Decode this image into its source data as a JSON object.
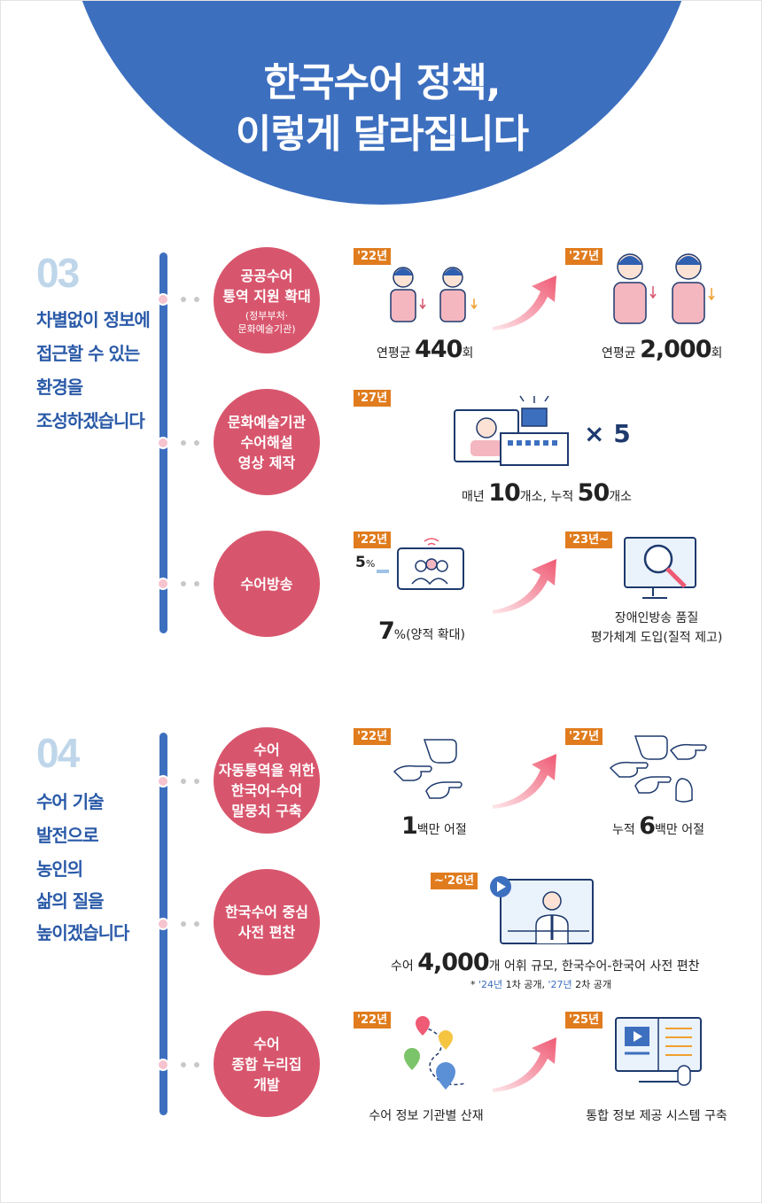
{
  "header": {
    "title_line1": "한국수어 정책,",
    "title_line2": "이렇게 달라집니다"
  },
  "sec03": {
    "num": "03",
    "lines": [
      "차별없이 정보에",
      "접근할 수 있는",
      "환경을",
      "조성하겠습니다"
    ],
    "item1": {
      "l1": "공공수어",
      "l2": "통역 지원 확대",
      "s1": "(정부부처·",
      "s2": "문화예술기관)",
      "badge_a": "'22년",
      "badge_b": "'27년",
      "a_pre": "연평균 ",
      "a_num": "440",
      "a_unit": "회",
      "b_pre": "연평균 ",
      "b_num": "2,000",
      "b_unit": "회"
    },
    "item2": {
      "l1": "문화예술기관",
      "l2": "수어해설",
      "l3": "영상 제작",
      "badge": "'27년",
      "times": "× 5",
      "p1": "매년 ",
      "n1": "10",
      "u1": "개소, 누적 ",
      "n2": "50",
      "u2": "개소"
    },
    "item3": {
      "l1": "수어방송",
      "badge_a": "'22년",
      "badge_b": "'23년~",
      "pct_small": "5",
      "pct_small_u": "%",
      "pct_big": "7",
      "pct_big_u": "%(양적 확대)",
      "b_l1": "장애인방송 품질",
      "b_l2": "평가체계 도입(질적 제고)"
    }
  },
  "sec04": {
    "num": "04",
    "lines": [
      "수어 기술",
      "발전으로",
      "농인의",
      "삶의 질을",
      "높이겠습니다"
    ],
    "item1": {
      "l1": "수어",
      "l2": "자동통역을 위한",
      "l3": "한국어-수어",
      "l4": "말뭉치 구축",
      "badge_a": "'22년",
      "badge_b": "'27년",
      "a_num": "1",
      "a_unit": "백만 어절",
      "b_pre": "누적 ",
      "b_num": "6",
      "b_unit": "백만 어절"
    },
    "item2": {
      "l1": "한국수어 중심",
      "l2": "사전 편찬",
      "badge": "~'26년",
      "pre": "수어 ",
      "num": "4,000",
      "post": "개 어휘 규모, 한국수어-한국어 사전 편찬",
      "n_star": "* ",
      "n_y1": "'24년",
      "n_t1": " 1차 공개, ",
      "n_y2": "'27년",
      "n_t2": " 2차 공개"
    },
    "item3": {
      "l1": "수어",
      "l2": "종합 누리집",
      "l3": "개발",
      "badge_a": "'22년",
      "badge_b": "'25년",
      "a_text": "수어 정보 기관별 산재",
      "b_text": "통합 정보 제공 시스템 구축"
    }
  },
  "colors": {
    "blue": "#3d6fbf",
    "pink": "#d8566d",
    "orange": "#e07c1e",
    "light_blue": "#bfd6ea"
  }
}
